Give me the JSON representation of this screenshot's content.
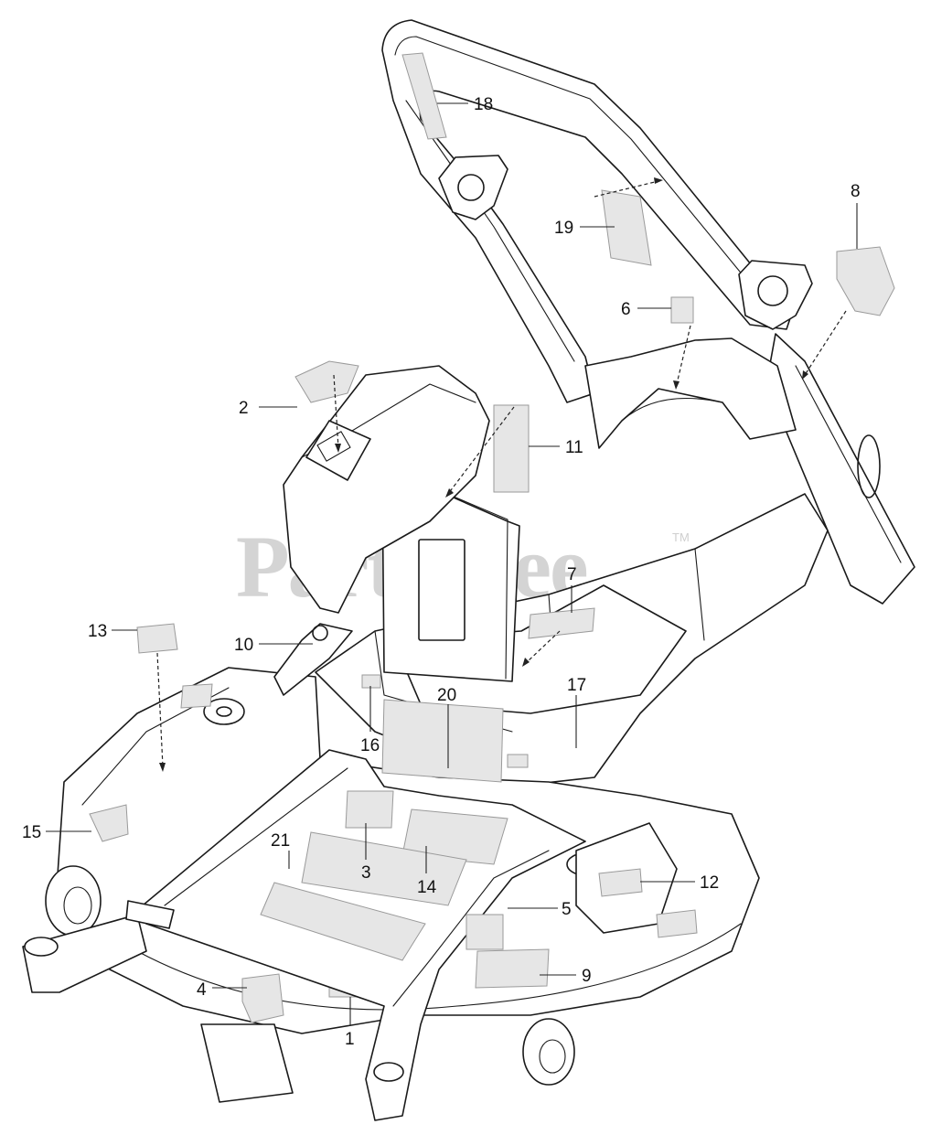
{
  "watermark": {
    "text": "PartsTree",
    "trademark": "TM"
  },
  "callouts": [
    {
      "id": "1",
      "label": "1"
    },
    {
      "id": "2",
      "label": "2"
    },
    {
      "id": "3",
      "label": "3"
    },
    {
      "id": "4",
      "label": "4"
    },
    {
      "id": "5",
      "label": "5"
    },
    {
      "id": "6",
      "label": "6"
    },
    {
      "id": "7",
      "label": "7"
    },
    {
      "id": "8",
      "label": "8"
    },
    {
      "id": "9",
      "label": "9"
    },
    {
      "id": "10",
      "label": "10"
    },
    {
      "id": "11",
      "label": "11"
    },
    {
      "id": "12",
      "label": "12"
    },
    {
      "id": "13",
      "label": "13"
    },
    {
      "id": "14",
      "label": "14"
    },
    {
      "id": "15",
      "label": "15"
    },
    {
      "id": "16",
      "label": "16"
    },
    {
      "id": "17",
      "label": "17"
    },
    {
      "id": "18",
      "label": "18"
    },
    {
      "id": "19",
      "label": "19"
    },
    {
      "id": "20",
      "label": "20"
    },
    {
      "id": "21",
      "label": "21"
    }
  ]
}
